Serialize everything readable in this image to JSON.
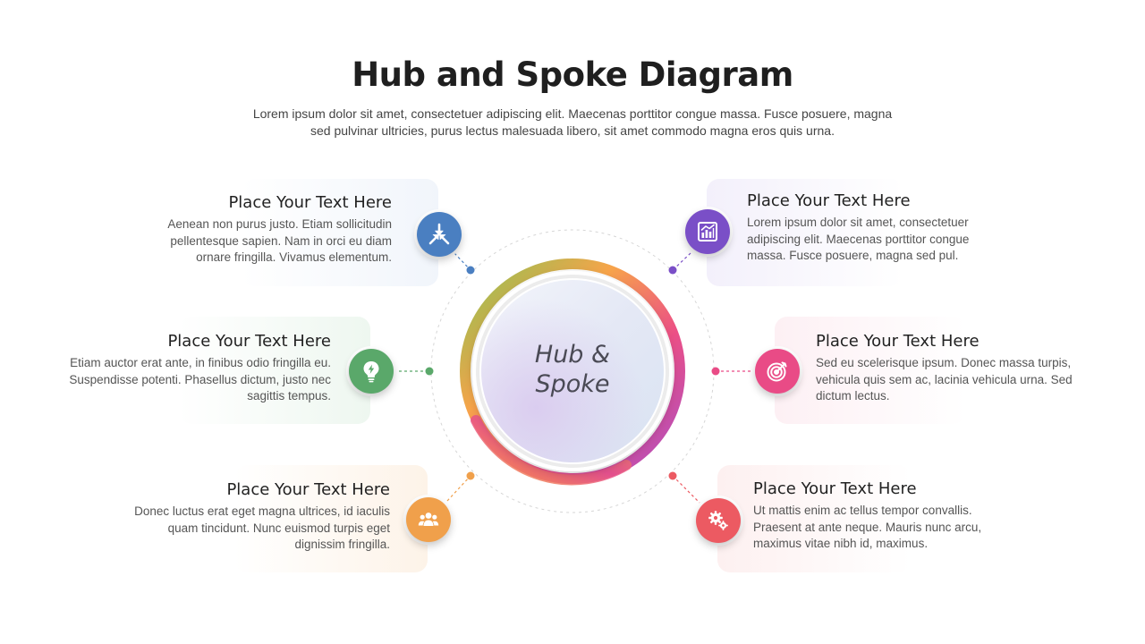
{
  "title": "Hub and Spoke Diagram",
  "subtitle": "Lorem ipsum dolor sit amet, consectetuer adipiscing elit. Maecenas porttitor congue massa. Fusce posuere, magna sed pulvinar ultricies, purus lectus malesuada libero, sit amet commodo magna eros quis urna.",
  "hub": {
    "label": "Hub & Spoke"
  },
  "spokes": [
    {
      "heading": "Place Your Text Here",
      "body": "Aenean non purus justo. Etiam sollicitudin pellentesque sapien. Nam in orci eu diam ornare fringilla. Vivamus elementum.",
      "icon": "compress-arrows-icon",
      "color": "#4a7fc1"
    },
    {
      "heading": "Place Your Text Here",
      "body": "Etiam auctor erat ante, in finibus odio fringilla eu. Suspendisse potenti. Phasellus dictum, justo nec sagittis tempus.",
      "icon": "lightbulb-icon",
      "color": "#5aa86a"
    },
    {
      "heading": "Place Your Text Here",
      "body": "Donec luctus erat eget magna ultrices, id iaculis quam tincidunt. Nunc euismod turpis eget dignissim fringilla.",
      "icon": "team-icon",
      "color": "#f0a04b"
    },
    {
      "heading": "Place Your Text Here",
      "body": "Lorem ipsum dolor sit amet, consectetuer adipiscing elit. Maecenas porttitor congue massa. Fusce posuere, magna sed pul.",
      "icon": "bar-chart-icon",
      "color": "#7a4fc7"
    },
    {
      "heading": "Place Your Text Here",
      "body": "Sed eu scelerisque ipsum. Donec massa turpis, vehicula quis sem ac, lacinia vehicula urna. Sed dictum lectus.",
      "icon": "target-icon",
      "color": "#e94b86"
    },
    {
      "heading": "Place Your Text Here",
      "body": "Ut mattis enim ac tellus tempor convallis. Praesent at ante neque. Mauris nunc arcu, maximus vitae nibh id, maximus.",
      "icon": "gears-icon",
      "color": "#ec5a62"
    }
  ]
}
